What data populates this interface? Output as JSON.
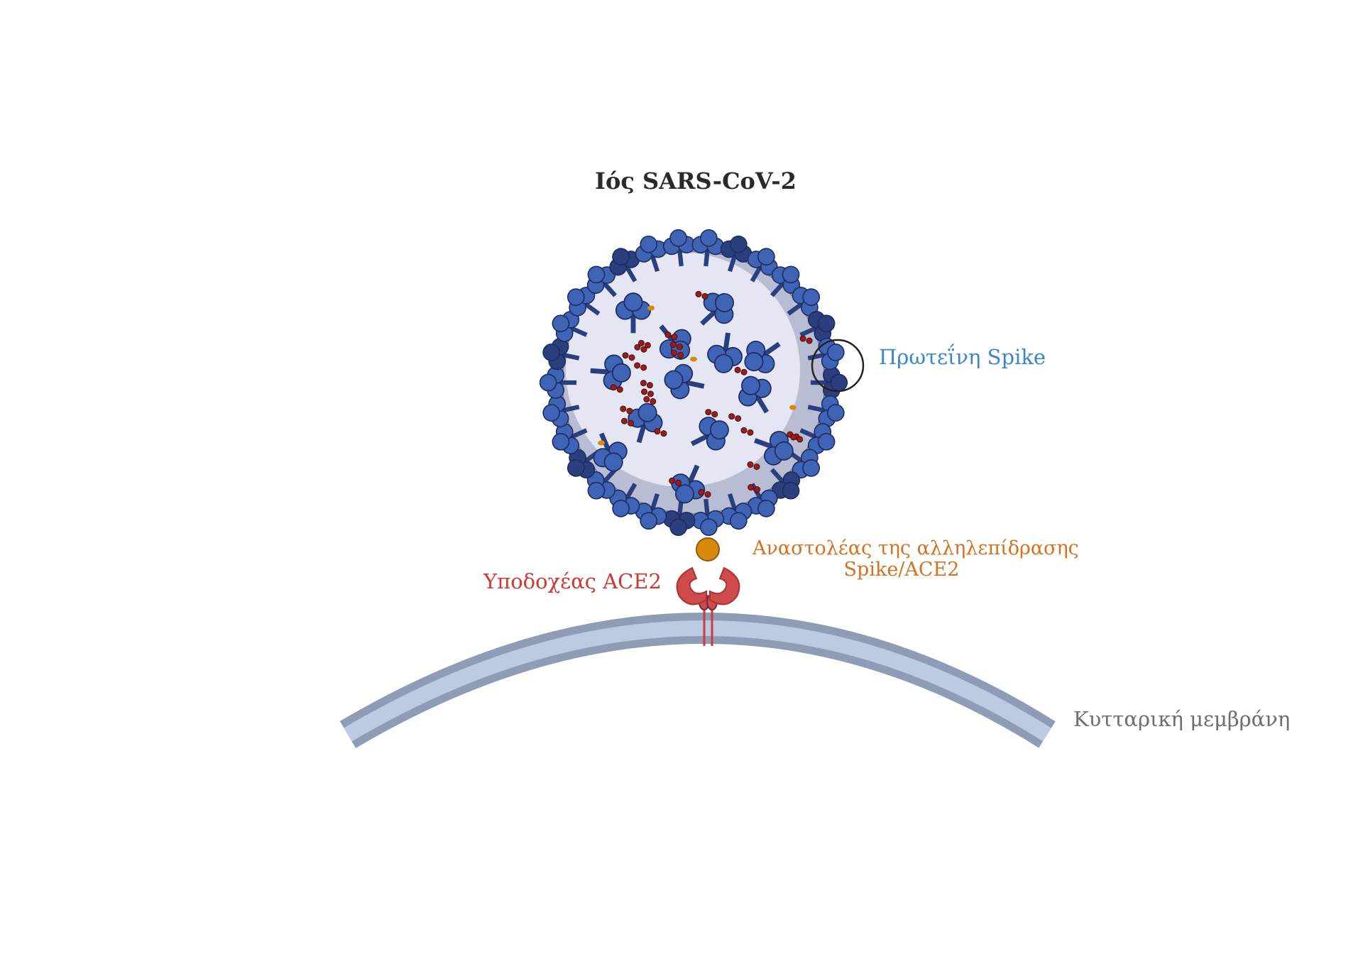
{
  "title": "Ιός SARS-CoV-2",
  "labels": {
    "spike_protein": "Πρωτεΐνη Spike",
    "ace2_receptor": "Υποδοχέας ACE2",
    "inhibitor_line1": "Αναστολέας της αλληλεπίδρασης",
    "inhibitor_line2": "Spike/ACE2",
    "cell_membrane": "Κυτταρική μεμβράνη"
  },
  "colors": {
    "virus_body": "#e4e7f3",
    "virus_shadow": "#b9bdd3",
    "spike": "#3f63b5",
    "spike_dark": "#2b3f7e",
    "dots": "#9a1d1d",
    "inhibitor": "#d98a0c",
    "receptor": "#cf4a4a",
    "membrane_outer": "#8e9db5",
    "membrane_inner": "#bccbe3"
  }
}
